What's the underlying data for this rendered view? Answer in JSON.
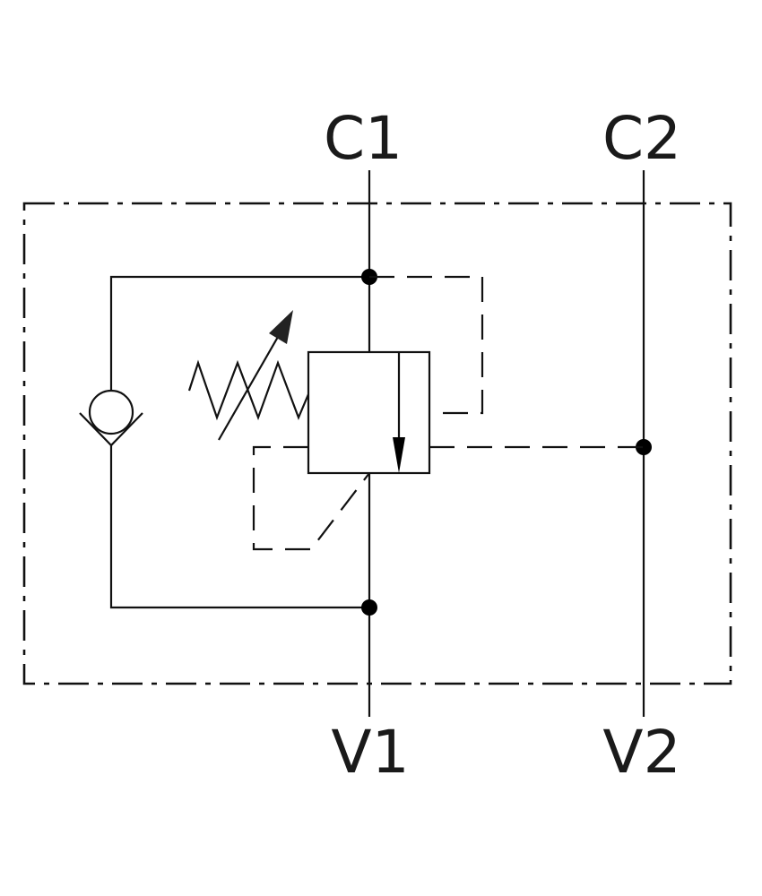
{
  "diagram": {
    "ports": {
      "c1": "C1",
      "c2": "C2",
      "v1": "V1",
      "v2": "V2"
    },
    "colors": {
      "line": "#111111",
      "text": "#1a1a1a",
      "background": "#ffffff"
    }
  }
}
